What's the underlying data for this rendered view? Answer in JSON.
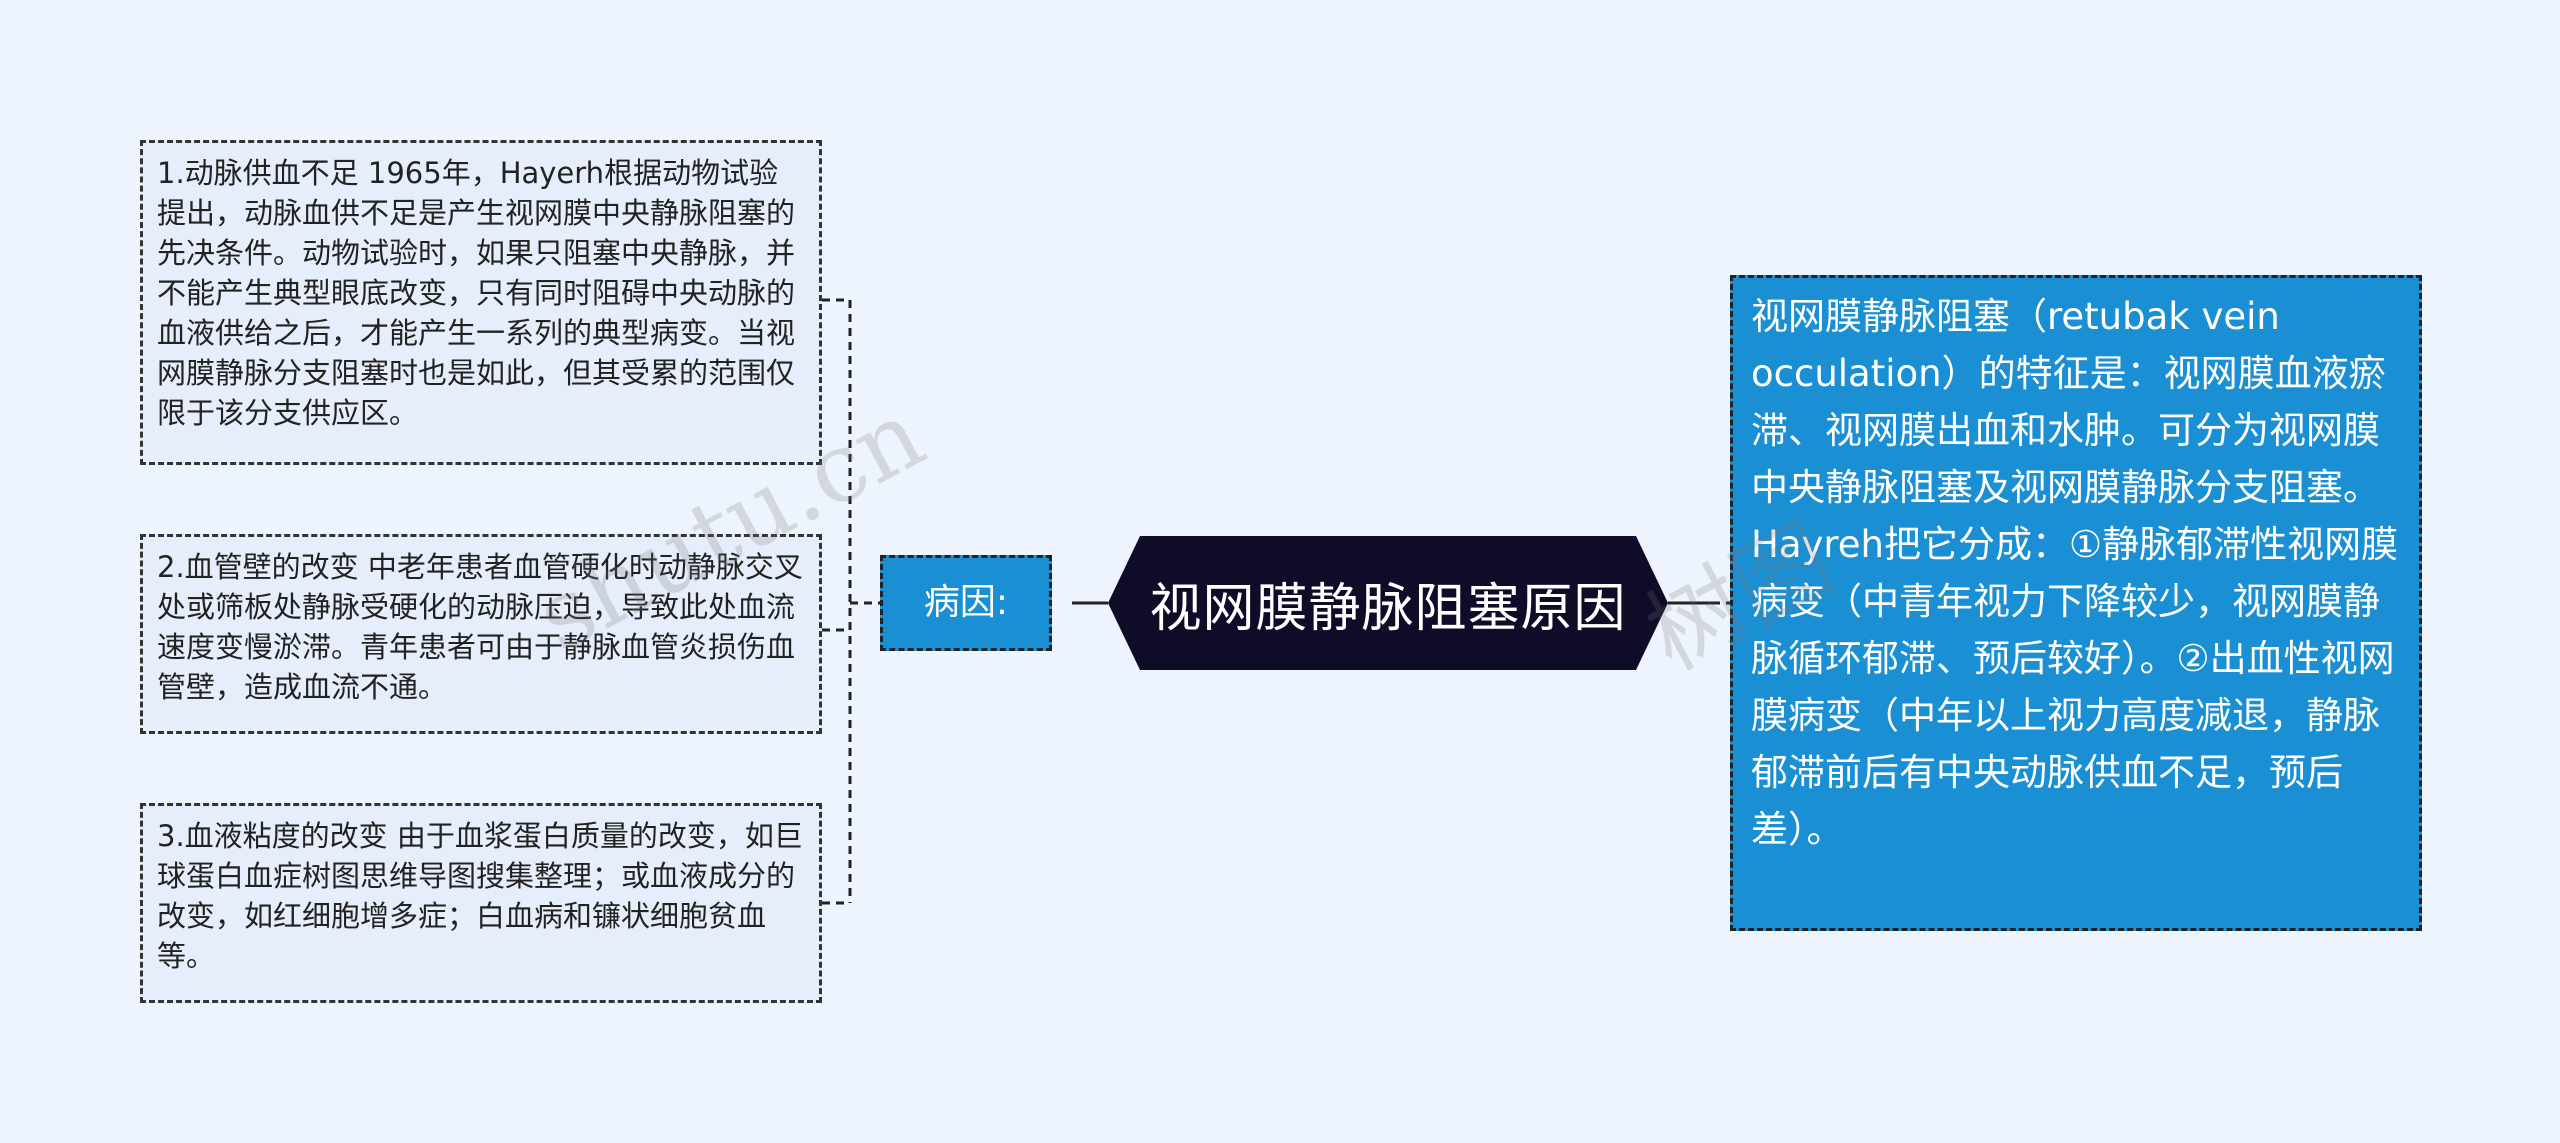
{
  "center": {
    "title": "视网膜静脉阻塞原因"
  },
  "cause": {
    "label": "病因:"
  },
  "left_items": [
    {
      "text": "1.动脉供血不足 1965年，Hayerh根据动物试验提出，动脉血供不足是产生视网膜中央静脉阻塞的先决条件。动物试验时，如果只阻塞中央静脉，并不能产生典型眼底改变，只有同时阻碍中央动脉的血液供给之后，才能产生一系列的典型病变。当视网膜静脉分支阻塞时也是如此，但其受累的范围仅限于该分支供应区。"
    },
    {
      "text": "2.血管壁的改变 中老年患者血管硬化时动静脉交叉处或筛板处静脉受硬化的动脉压迫，导致此处血流速度变慢淤滞。青年患者可由于静脉血管炎损伤血管壁，造成血流不通。"
    },
    {
      "text": "3.血液粘度的改变 由于血浆蛋白质量的改变，如巨球蛋白血症树图思维导图搜集整理；或血液成分的改变，如红细胞增多症；白血病和镰状细胞贫血等。"
    }
  ],
  "right_detail": {
    "text": "视网膜静脉阻塞（retubak vein occulation）的特征是：视网膜血液瘀滞、视网膜出血和水肿。可分为视网膜中央静脉阻塞及视网膜静脉分支阻塞。Hayreh把它分成：①静脉郁滞性视网膜病变（中青年视力下降较少，视网膜静脉循环郁滞、预后较好）。②出血性视网膜病变（中年以上视力高度减退，静脉郁滞前后有中央动脉供血不足，预后差）。"
  },
  "watermarks": [
    "shutu.cn",
    "树图"
  ],
  "colors": {
    "background": "#eef4fd",
    "center_fill": "#0f0c2a",
    "node_blue": "#1a8fd4",
    "leaf_fill": "#e6eefb"
  }
}
